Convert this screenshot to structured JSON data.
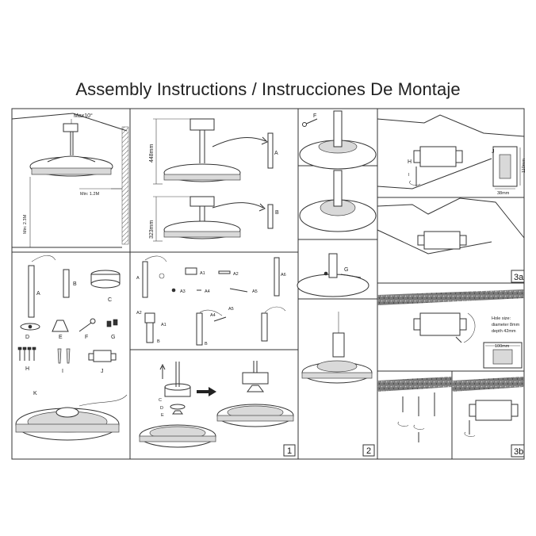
{
  "title": "Assembly Instructions / Instrucciones De Montaje",
  "panel_overview": {
    "max_angle": "Max10°",
    "min_side": "Min: 1.2M",
    "min_floor": "Min: 2.3M"
  },
  "panel_heights": {
    "height_a": "448mm",
    "height_b": "323mm",
    "rod_a": "A",
    "rod_b": "B"
  },
  "panel_parts": {
    "labels": [
      "A",
      "B",
      "C",
      "D",
      "E",
      "F",
      "G",
      "H",
      "I",
      "J",
      "K"
    ]
  },
  "panel_rod_parts": {
    "labels": [
      "A",
      "A1",
      "A2",
      "A3",
      "A4",
      "A5",
      "A6",
      "B"
    ],
    "sub_a2": "A2",
    "sub_a1": "A1",
    "sub_b": "B",
    "sub_a4": "A4",
    "sub_a5": "A5"
  },
  "panel_assembly": {
    "labels": [
      "C",
      "D",
      "E"
    ],
    "step": "1"
  },
  "panel_step2": {
    "step": "2",
    "label_f": "F",
    "label_g": "G"
  },
  "panel_bracket": {
    "label_h": "H",
    "label_i": "I",
    "label_j": "J",
    "dim_h": "110mm",
    "dim_w": "38mm",
    "step": "3a"
  },
  "panel_wall": {
    "hole_size": "Hole size:",
    "diameter": "diameter 8mm",
    "depth": "depth 42mm",
    "dim": "100mm",
    "step": "3b"
  },
  "colors": {
    "line": "#333333",
    "background": "#ffffff"
  }
}
